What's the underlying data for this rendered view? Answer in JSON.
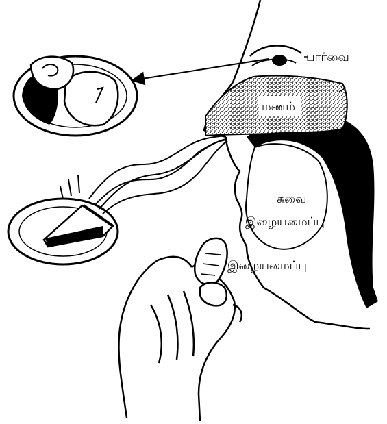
{
  "labels": {
    "sight": "பார்வை",
    "smell": "மணம்",
    "taste": "சுவை",
    "texture_mouth": "இழையமைப்பு",
    "texture_hand": "இழையமைப்பு"
  },
  "colors": {
    "ink": "#000000",
    "paper": "#ffffff"
  }
}
